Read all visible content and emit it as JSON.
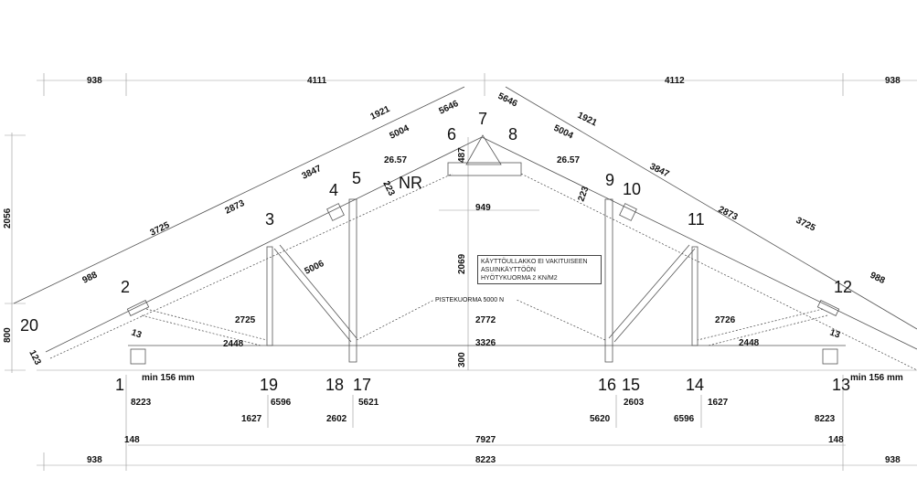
{
  "drawing": {
    "nodes": [
      "1",
      "2",
      "3",
      "4",
      "5",
      "NR",
      "6",
      "7",
      "8",
      "9",
      "10",
      "11",
      "12",
      "13",
      "14",
      "15",
      "16",
      "17",
      "18",
      "19",
      "20"
    ],
    "dims": [
      "938",
      "4111",
      "4112",
      "938",
      "1921",
      "5646",
      "5004",
      "26.57",
      "3847",
      "223",
      "2873",
      "3725",
      "5006",
      "988",
      "13",
      "123",
      "2725",
      "2448",
      "487",
      "949",
      "2069",
      "PISTEKUORMA 5000 N",
      "2772",
      "3326",
      "300",
      "5646",
      "1921",
      "5004",
      "26.57",
      "3847",
      "223",
      "2873",
      "3725",
      "988",
      "13",
      "2726",
      "2448",
      "min 156 mm",
      "min 156 mm",
      "8223",
      "6596",
      "5621",
      "2603",
      "1627",
      "1627",
      "2602",
      "5620",
      "6596",
      "8223",
      "148",
      "7927",
      "148",
      "938",
      "8223",
      "938",
      "2056",
      "800"
    ],
    "note": {
      "line1": "KÄYTTÖULLAKKO EI VAKITUISEEN",
      "line2": "ASUINKÄYTTÖÖN",
      "line3": "HYÖTYKUORMA 2 KN/M2"
    }
  }
}
